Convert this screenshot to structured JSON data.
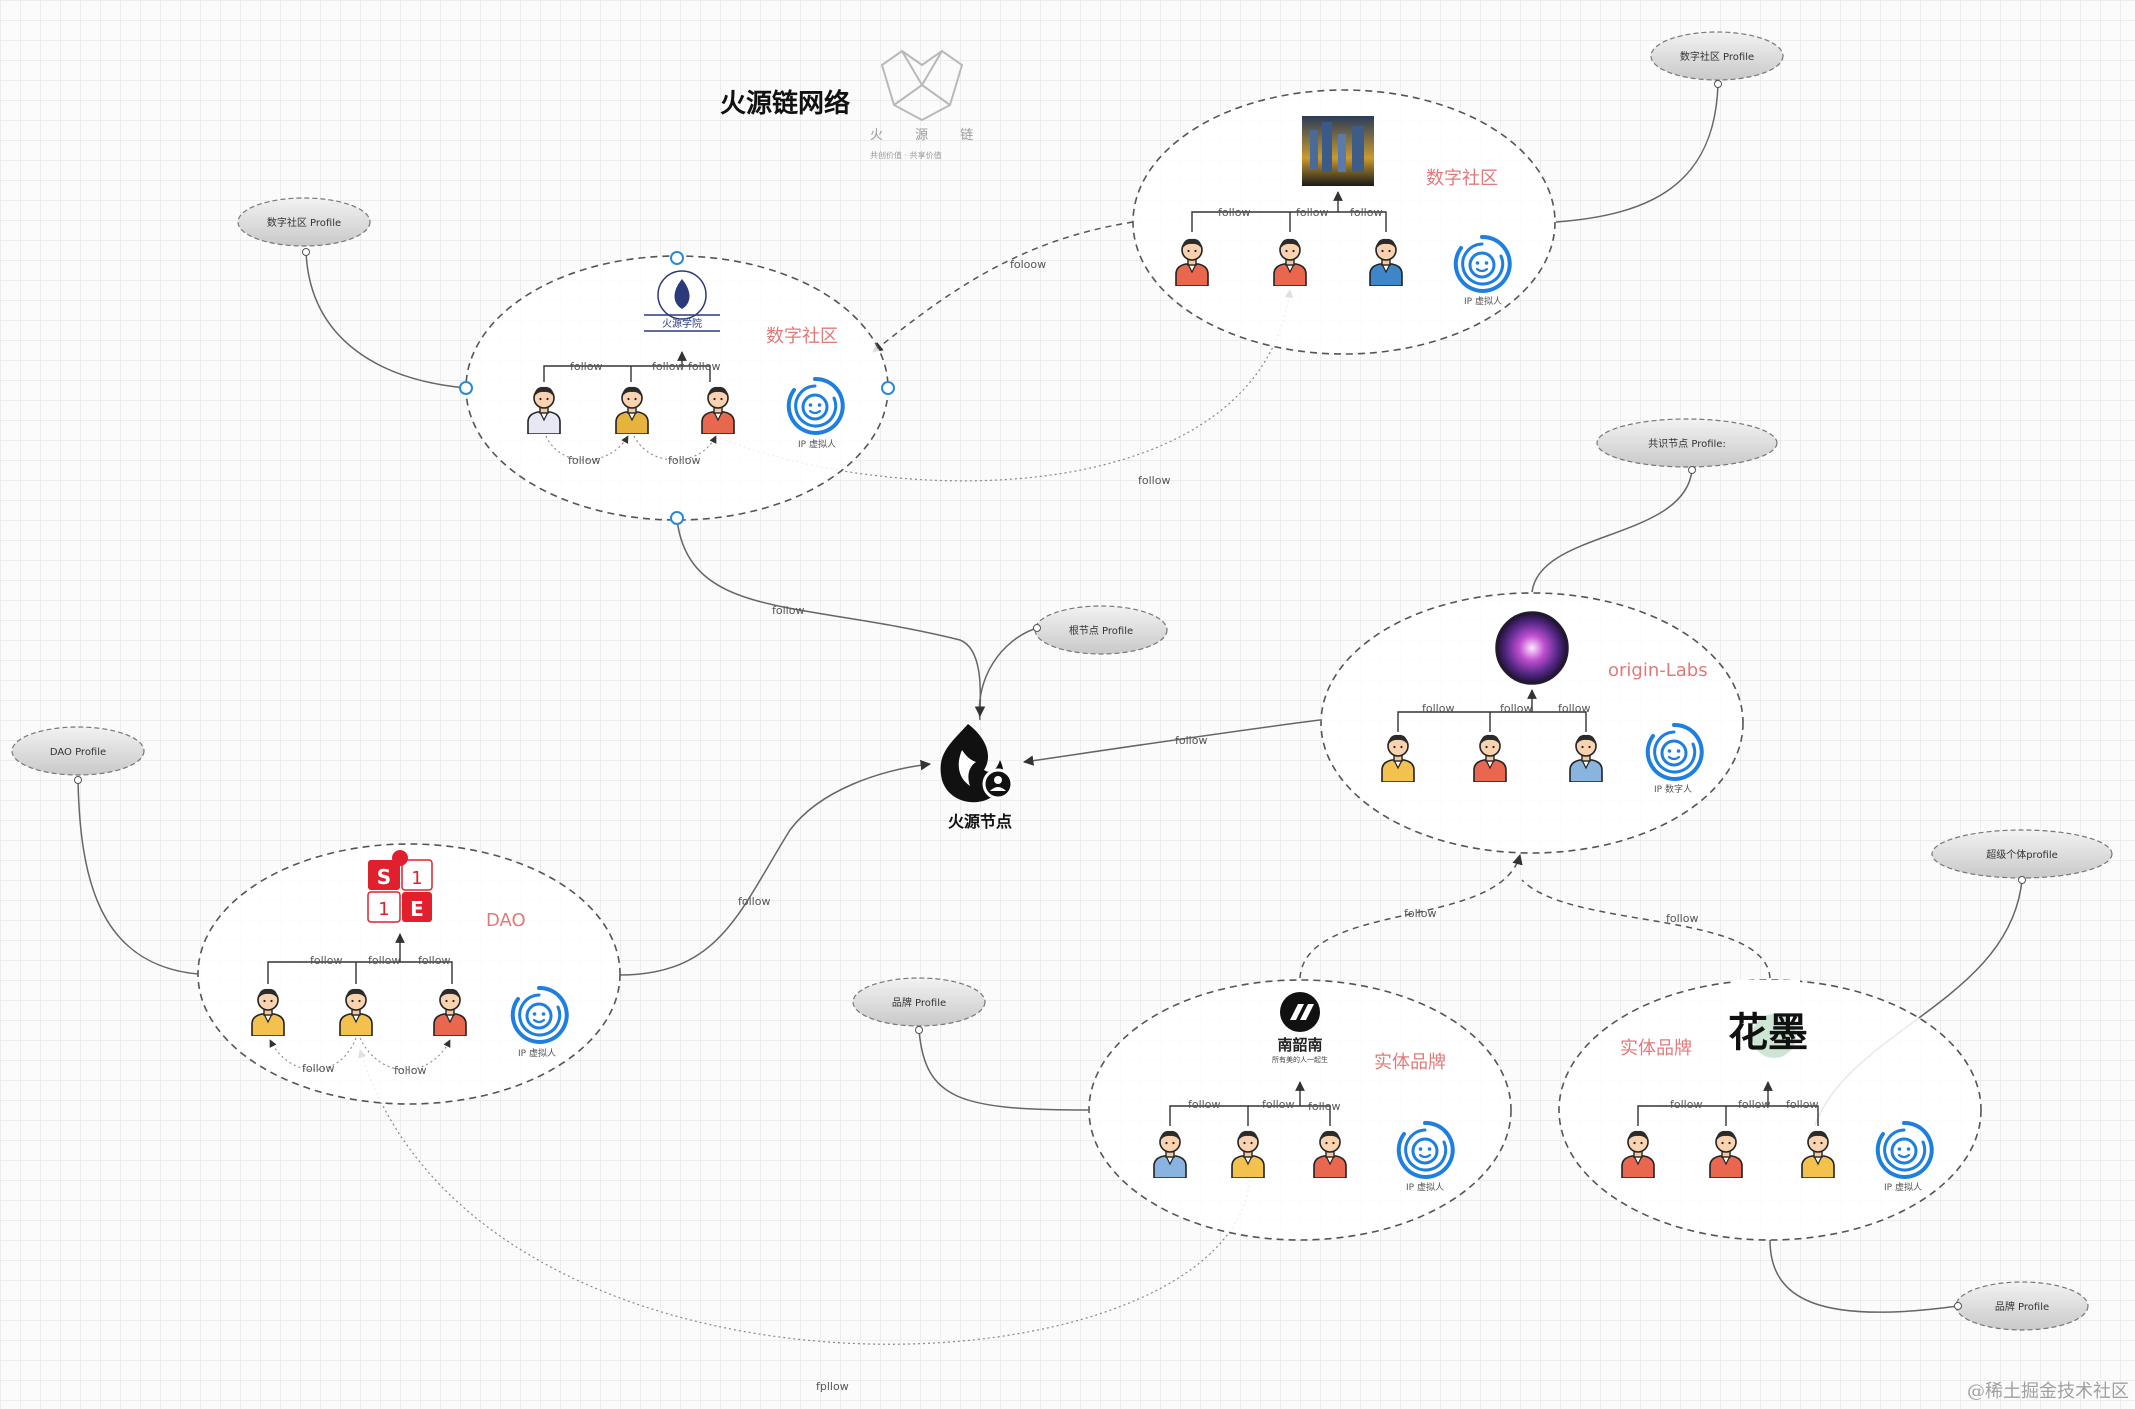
{
  "title": "火源链网络",
  "logo": {
    "name": "火 源 链",
    "tagline": "共创价值 · 共享价值"
  },
  "hub": {
    "label": "火源节点"
  },
  "watermark": "@稀土掘金技术社区",
  "colors": {
    "accent_title": "#e07a7a",
    "edge": "#666666",
    "pill_fill": "#d8d8d8",
    "ip_icon": "#1f7fe0"
  },
  "communities": [
    {
      "id": "c1",
      "title": "数字社区",
      "badge_text": "火源学院",
      "ip_label": "IP 虚拟人"
    },
    {
      "id": "c2",
      "title": "数字社区",
      "ip_label": "IP 虚拟人"
    },
    {
      "id": "c3",
      "title": "origin-Labs",
      "ip_label": "IP 数字人"
    },
    {
      "id": "c4",
      "title": "DAO",
      "ip_label": "IP 虚拟人"
    },
    {
      "id": "c5",
      "title": "实体品牌",
      "badge_text": "南韶南",
      "badge_sub": "所有美的人一起生",
      "ip_label": "IP 虚拟人"
    },
    {
      "id": "c6",
      "title": "实体品牌",
      "badge_text": "花墨",
      "ip_label": "IP 虚拟人"
    }
  ],
  "profiles": [
    {
      "id": "p1",
      "label": "数字社区 Profile"
    },
    {
      "id": "p2",
      "label": "数字社区 Profile"
    },
    {
      "id": "p3",
      "label": "根节点 Profile"
    },
    {
      "id": "p4",
      "label": "共识节点 Profile:"
    },
    {
      "id": "p5",
      "label": "DAO Profile"
    },
    {
      "id": "p6",
      "label": "品牌 Profile"
    },
    {
      "id": "p7",
      "label": "超级个体profile"
    },
    {
      "id": "p8",
      "label": "品牌 Profile"
    }
  ],
  "edge_labels": {
    "follow": "follow",
    "foloow": "foloow",
    "fpllow": "fpllow"
  }
}
